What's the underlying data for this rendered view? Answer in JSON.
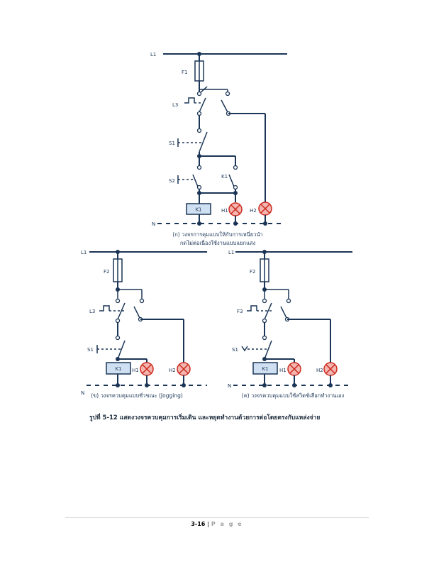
{
  "circuit_top": {
    "labels": {
      "L1": "L1",
      "F1": "F1",
      "S3": "L3",
      "S1": "S1",
      "S2": "S2",
      "K1c": "K1",
      "coil": "K1",
      "H1": "H1",
      "H2": "H2",
      "N": "N"
    },
    "caption_line1": "(ก) วงจรการคุมแบบให้กับการเหนี่ยวนำ",
    "caption_line2": "กดไม่ต่อเนื่องใช้งานแบบแยกแสง"
  },
  "circuit_left": {
    "labels": {
      "L1": "L1",
      "F2": "F2",
      "S3": "L3",
      "S1": "S1",
      "coil": "K1",
      "H1": "H1",
      "H2": "H2",
      "N": "N"
    },
    "caption": "(ข) วงจรควบคุมแบบชั่วขณะ (Jogging)"
  },
  "circuit_right": {
    "labels": {
      "L1": "L1",
      "F2": "F2",
      "S3": "F3",
      "S1": "S1",
      "coil": "K1",
      "H1": "H1",
      "H2": "H2",
      "N": "N"
    },
    "caption": "(ค) วงจรควบคุมแบบใช้สวิตช์เลือกทำงานเอง"
  },
  "figure_caption": "รูปที่  5-12  แสดงวงจรควบคุมการเริ่มเดิน  และหยุดทำงานด้วยการต่อโดยตรงกับแหล่งจ่าย",
  "footer": {
    "page": "3-16",
    "separator": " | ",
    "label": "P a g e"
  }
}
